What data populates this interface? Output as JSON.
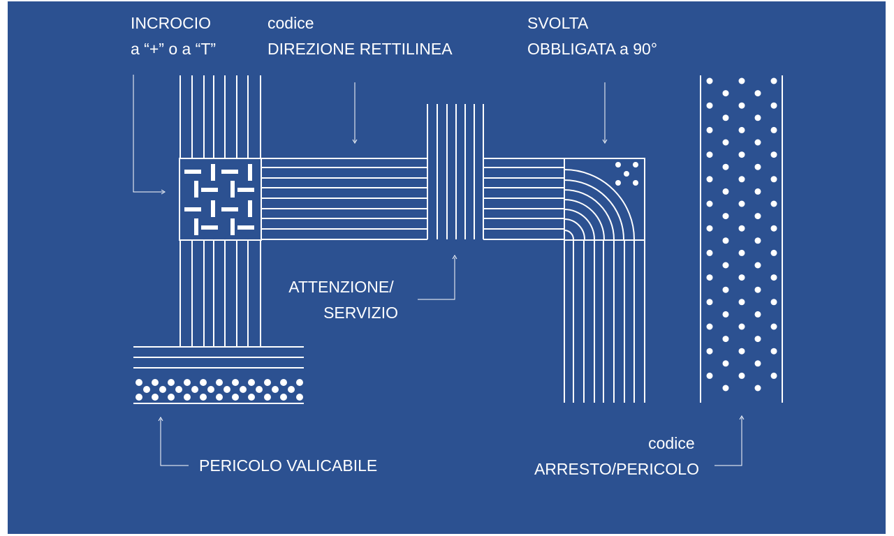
{
  "colors": {
    "background": "#2c5191",
    "page": "#ffffff",
    "ink": "#ffffff"
  },
  "labels": {
    "incrocio": [
      "INCROCIO",
      "a “+” o a “T”"
    ],
    "direzione": [
      "codice",
      "DIREZIONE RETTILINEA"
    ],
    "svolta": [
      "SVOLTA",
      "OBBLIGATA a 90°"
    ],
    "attenzione": [
      "ATTENZIONE/",
      "SERVIZIO"
    ],
    "pericolo_valicabile": [
      "PERICOLO VALICABILE"
    ],
    "arresto": [
      "codice",
      "ARRESTO/PERICOLO"
    ]
  }
}
